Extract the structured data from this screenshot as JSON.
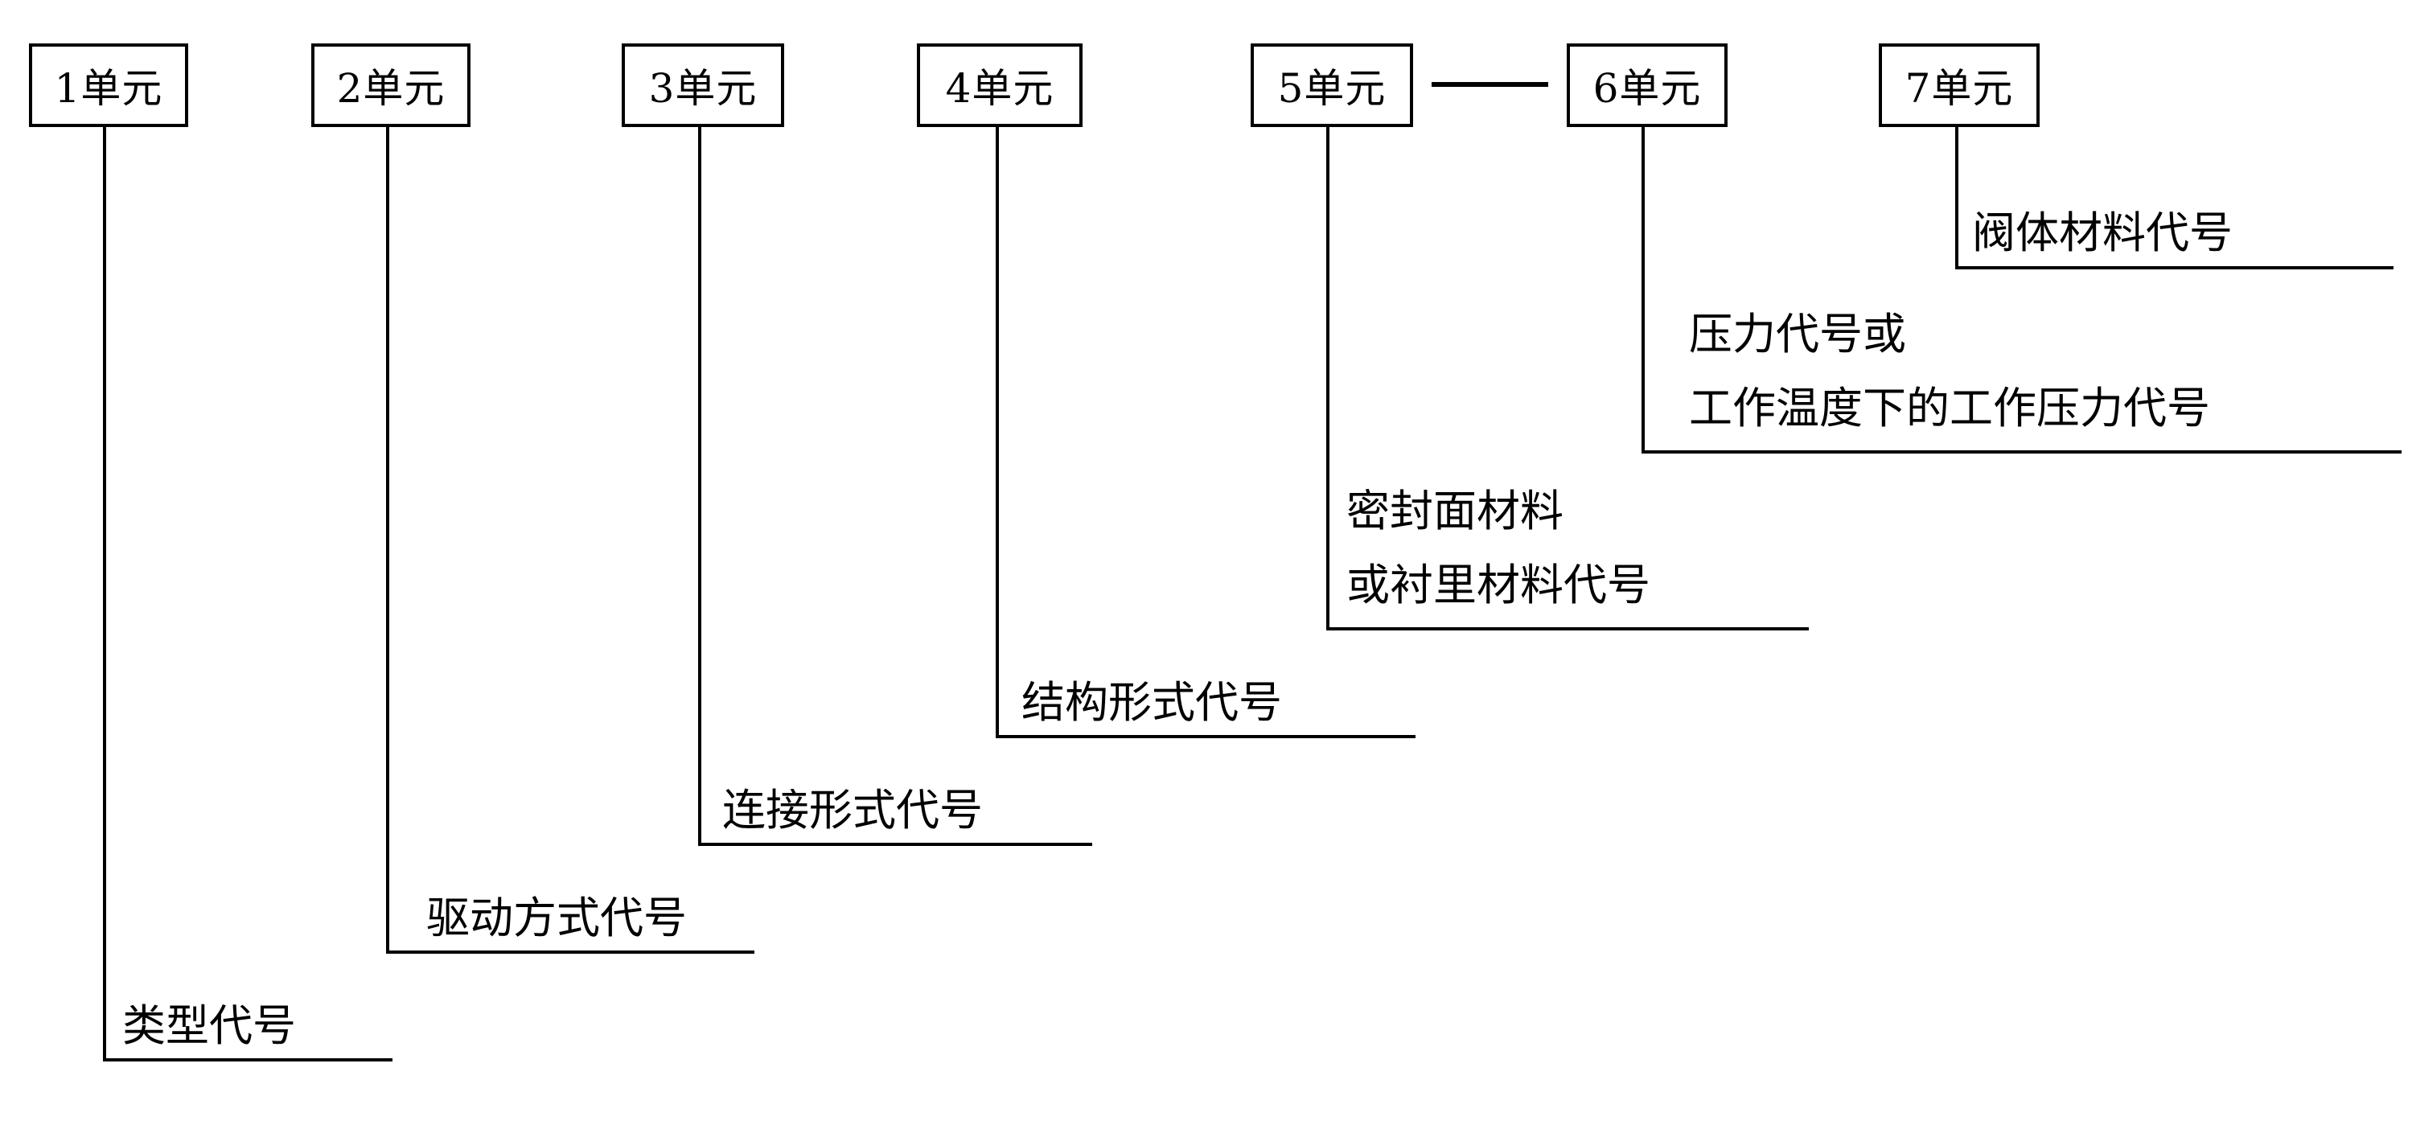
{
  "diagram": {
    "type": "valve-model-designation-diagram",
    "units": [
      {
        "label": "1单元",
        "caption1": "类型代号",
        "caption2": ""
      },
      {
        "label": "2单元",
        "caption1": "驱动方式代号",
        "caption2": ""
      },
      {
        "label": "3单元",
        "caption1": "连接形式代号",
        "caption2": ""
      },
      {
        "label": "4单元",
        "caption1": "结构形式代号",
        "caption2": ""
      },
      {
        "label": "5单元",
        "caption1": "密封面材料",
        "caption2": "或衬里材料代号"
      },
      {
        "label": "6单元",
        "caption1": "压力代号或",
        "caption2": "工作温度下的工作压力代号"
      },
      {
        "label": "7单元",
        "caption1": "阀体材料代号",
        "caption2": ""
      }
    ],
    "connector": {
      "type": "dash",
      "from": "5单元",
      "to": "6单元"
    }
  }
}
